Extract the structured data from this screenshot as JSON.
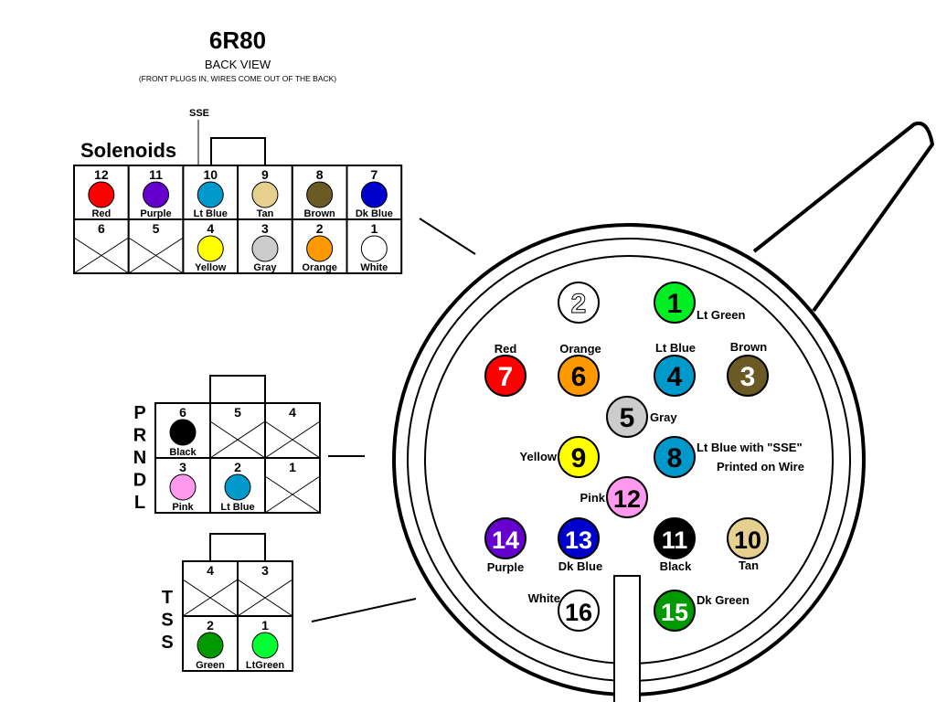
{
  "title": "6R80",
  "subtitle": "BACK VIEW",
  "note": "(FRONT PLUGS IN, WIRES COME OUT OF THE BACK)",
  "solenoids": {
    "label": "Solenoids",
    "sse_label": "SSE",
    "rows": [
      [
        {
          "num": "12",
          "color": "Red",
          "hex": "#ff0000"
        },
        {
          "num": "11",
          "color": "Purple",
          "hex": "#6600cc"
        },
        {
          "num": "10",
          "color": "Lt Blue",
          "hex": "#0099cc"
        },
        {
          "num": "9",
          "color": "Tan",
          "hex": "#e6d08f"
        },
        {
          "num": "8",
          "color": "Brown",
          "hex": "#6b5a23"
        },
        {
          "num": "7",
          "color": "Dk Blue",
          "hex": "#0000cc"
        }
      ],
      [
        {
          "num": "6",
          "color": null
        },
        {
          "num": "5",
          "color": null
        },
        {
          "num": "4",
          "color": "Yellow",
          "hex": "#ffff00"
        },
        {
          "num": "3",
          "color": "Gray",
          "hex": "#cccccc"
        },
        {
          "num": "2",
          "color": "Orange",
          "hex": "#ff9900"
        },
        {
          "num": "1",
          "color": "White",
          "hex": "#ffffff"
        }
      ]
    ]
  },
  "prndl": {
    "letters": [
      "P",
      "R",
      "N",
      "D",
      "L"
    ],
    "rows": [
      [
        {
          "num": "6",
          "color": "Black",
          "hex": "#000000"
        },
        {
          "num": "5",
          "color": null
        },
        {
          "num": "4",
          "color": null
        }
      ],
      [
        {
          "num": "3",
          "color": "Pink",
          "hex": "#ff99ee"
        },
        {
          "num": "2",
          "color": "Lt Blue",
          "hex": "#0099cc"
        },
        {
          "num": "1",
          "color": null
        }
      ]
    ]
  },
  "tss": {
    "letters": [
      "T",
      "S",
      "S"
    ],
    "rows": [
      [
        {
          "num": "4",
          "color": null
        },
        {
          "num": "3",
          "color": null
        }
      ],
      [
        {
          "num": "2",
          "color": "Green",
          "hex": "#009900"
        },
        {
          "num": "1",
          "color": "LtGreen",
          "hex": "#00ff33"
        }
      ]
    ]
  },
  "connector_pins": [
    {
      "num": "2",
      "label": "",
      "hex": "#ffffff",
      "text": "#ffffff"
    },
    {
      "num": "1",
      "label": "Lt Green",
      "hex": "#00ee22",
      "text": "#000000"
    },
    {
      "num": "7",
      "label": "Red",
      "hex": "#ff0000",
      "text": "#ffffff"
    },
    {
      "num": "6",
      "label": "Orange",
      "hex": "#ff9900",
      "text": "#000000"
    },
    {
      "num": "4",
      "label": "Lt Blue",
      "hex": "#0099cc",
      "text": "#000000"
    },
    {
      "num": "3",
      "label": "Brown",
      "hex": "#6b5a23",
      "text": "#ffffff"
    },
    {
      "num": "5",
      "label": "Gray",
      "hex": "#cccccc",
      "text": "#000000"
    },
    {
      "num": "9",
      "label": "Yellow",
      "hex": "#ffff00",
      "text": "#000000"
    },
    {
      "num": "8",
      "label": "Lt Blue with \"SSE\"",
      "label2": "Printed on Wire",
      "hex": "#0099cc",
      "text": "#000000"
    },
    {
      "num": "12",
      "label": "Pink",
      "hex": "#ff99ee",
      "text": "#000000"
    },
    {
      "num": "14",
      "label": "Purple",
      "hex": "#6600cc",
      "text": "#ffffff"
    },
    {
      "num": "13",
      "label": "Dk Blue",
      "hex": "#0000cc",
      "text": "#ffffff"
    },
    {
      "num": "11",
      "label": "Black",
      "hex": "#000000",
      "text": "#ffffff"
    },
    {
      "num": "10",
      "label": "Tan",
      "hex": "#e6d08f",
      "text": "#000000"
    },
    {
      "num": "16",
      "label": "White",
      "hex": "#ffffff",
      "text": "#000000"
    },
    {
      "num": "15",
      "label": "Dk Green",
      "hex": "#009900",
      "text": "#ffffff"
    }
  ]
}
